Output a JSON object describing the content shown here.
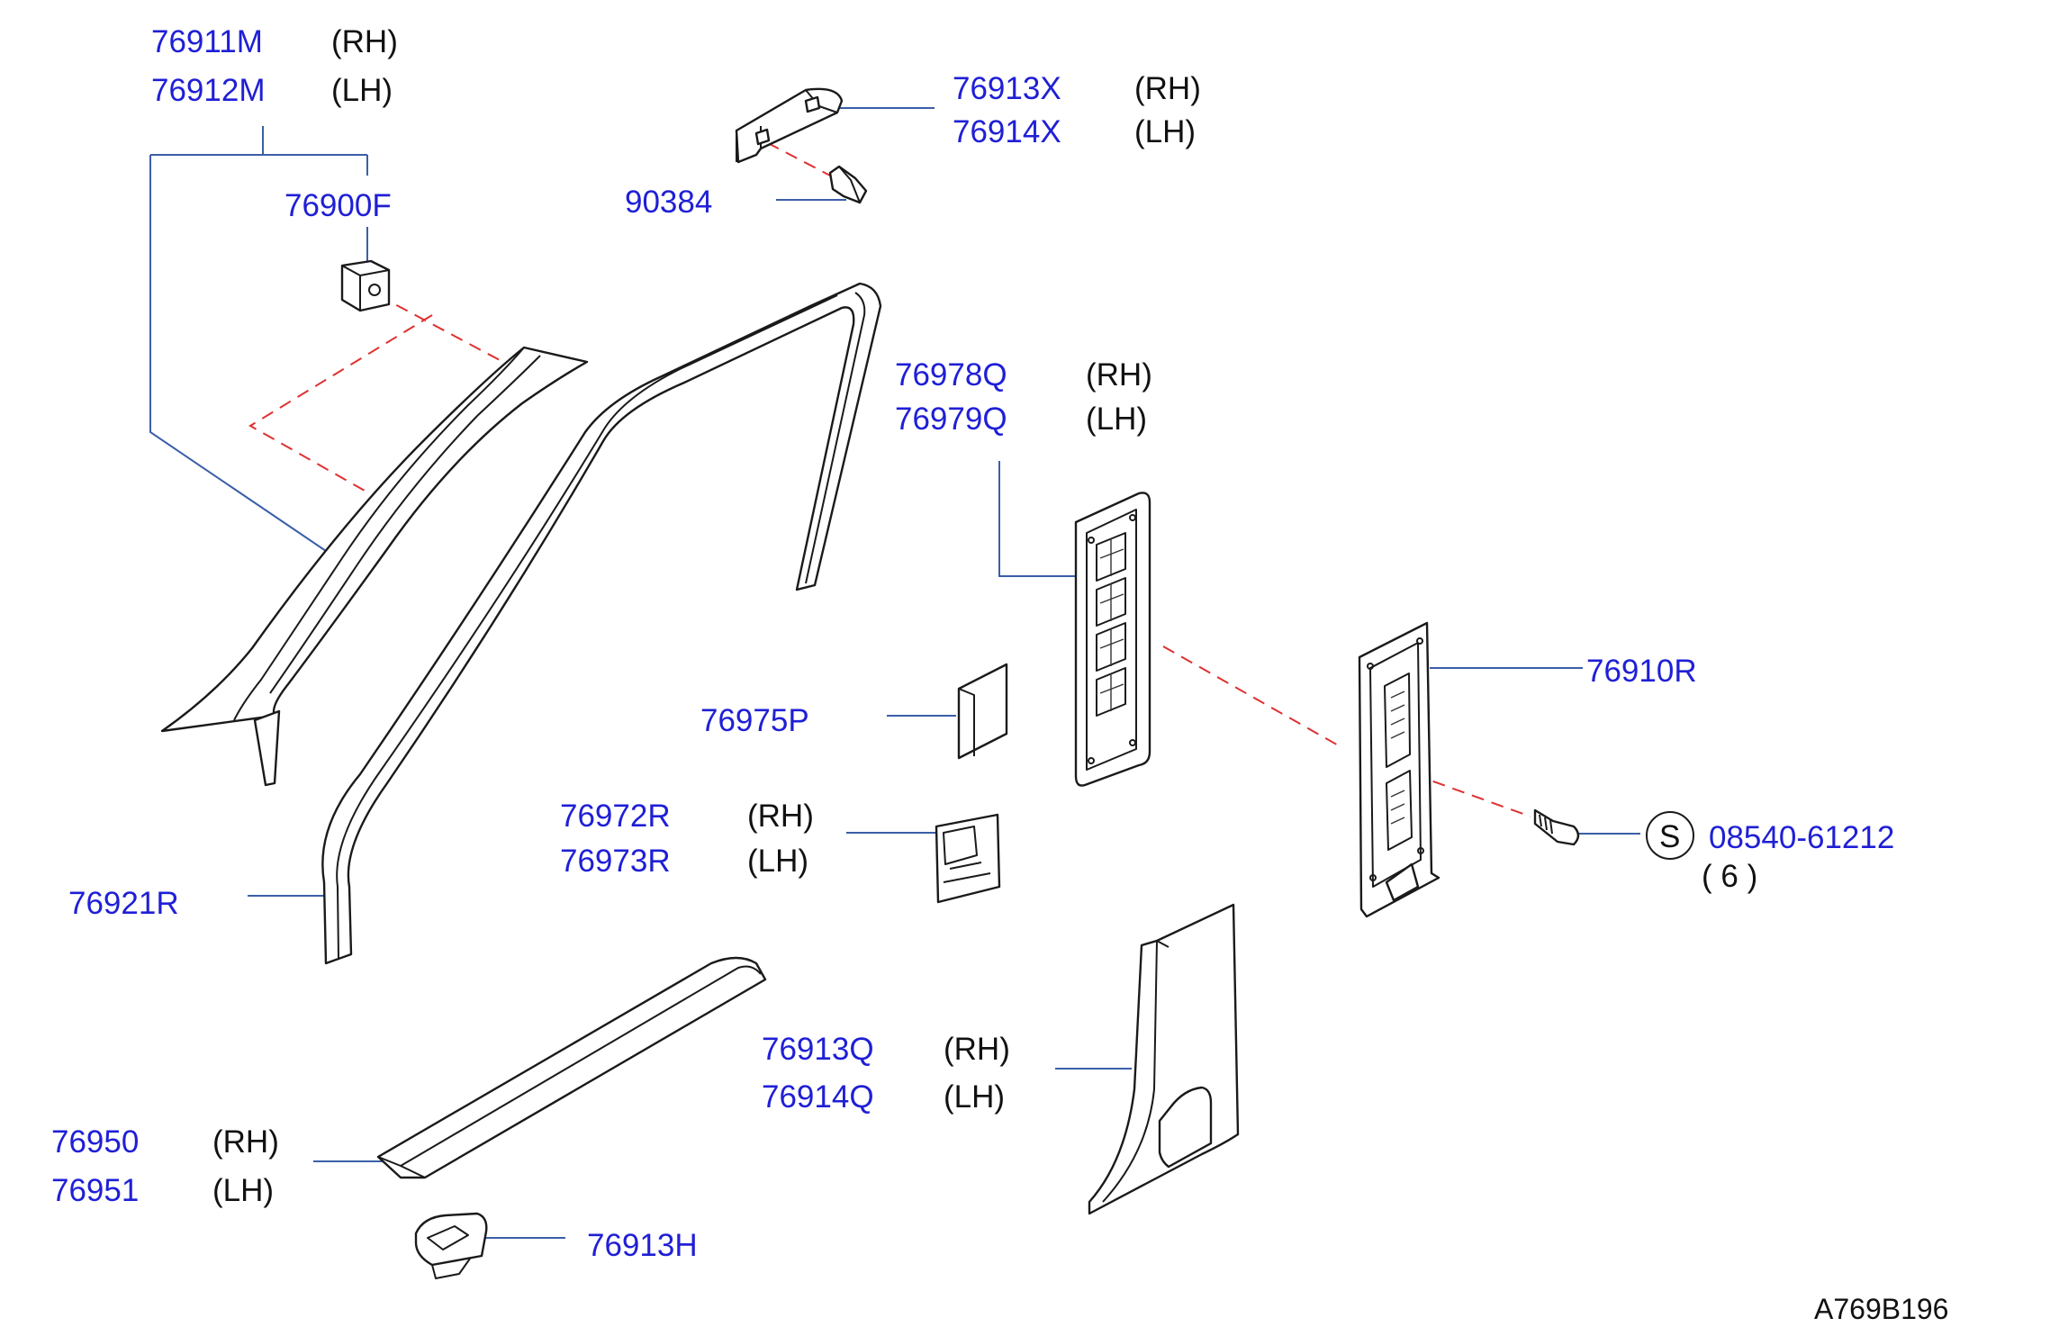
{
  "labels": {
    "p76911M": "76911M",
    "p76911M_side": "(RH)",
    "p76912M": "76912M",
    "p76912M_side": "(LH)",
    "p76900F": "76900F",
    "p76913X": "76913X",
    "p76913X_side": "(RH)",
    "p76914X": "76914X",
    "p76914X_side": "(LH)",
    "p90384": "90384",
    "p76978Q": "76978Q",
    "p76978Q_side": "(RH)",
    "p76979Q": "76979Q",
    "p76979Q_side": "(LH)",
    "p76910R": "76910R",
    "p76975P": "76975P",
    "p76972R": "76972R",
    "p76972R_side": "(RH)",
    "p76973R": "76973R",
    "p76973R_side": "(LH)",
    "s_symbol": "S",
    "p08540": "08540-61212",
    "p08540_qty": "( 6 )",
    "p76921R": "76921R",
    "p76913Q": "76913Q",
    "p76913Q_side": "(RH)",
    "p76914Q": "76914Q",
    "p76914Q_side": "(LH)",
    "p76950": "76950",
    "p76950_side": "(RH)",
    "p76951": "76951",
    "p76951_side": "(LH)",
    "p76913H": "76913H",
    "drawing_ref": "A769B196"
  },
  "colors": {
    "part_number": "#1f1fd6",
    "leader_line": "#3a5fa8",
    "dashed_line": "#e03030",
    "outline": "#1a1a1a"
  }
}
